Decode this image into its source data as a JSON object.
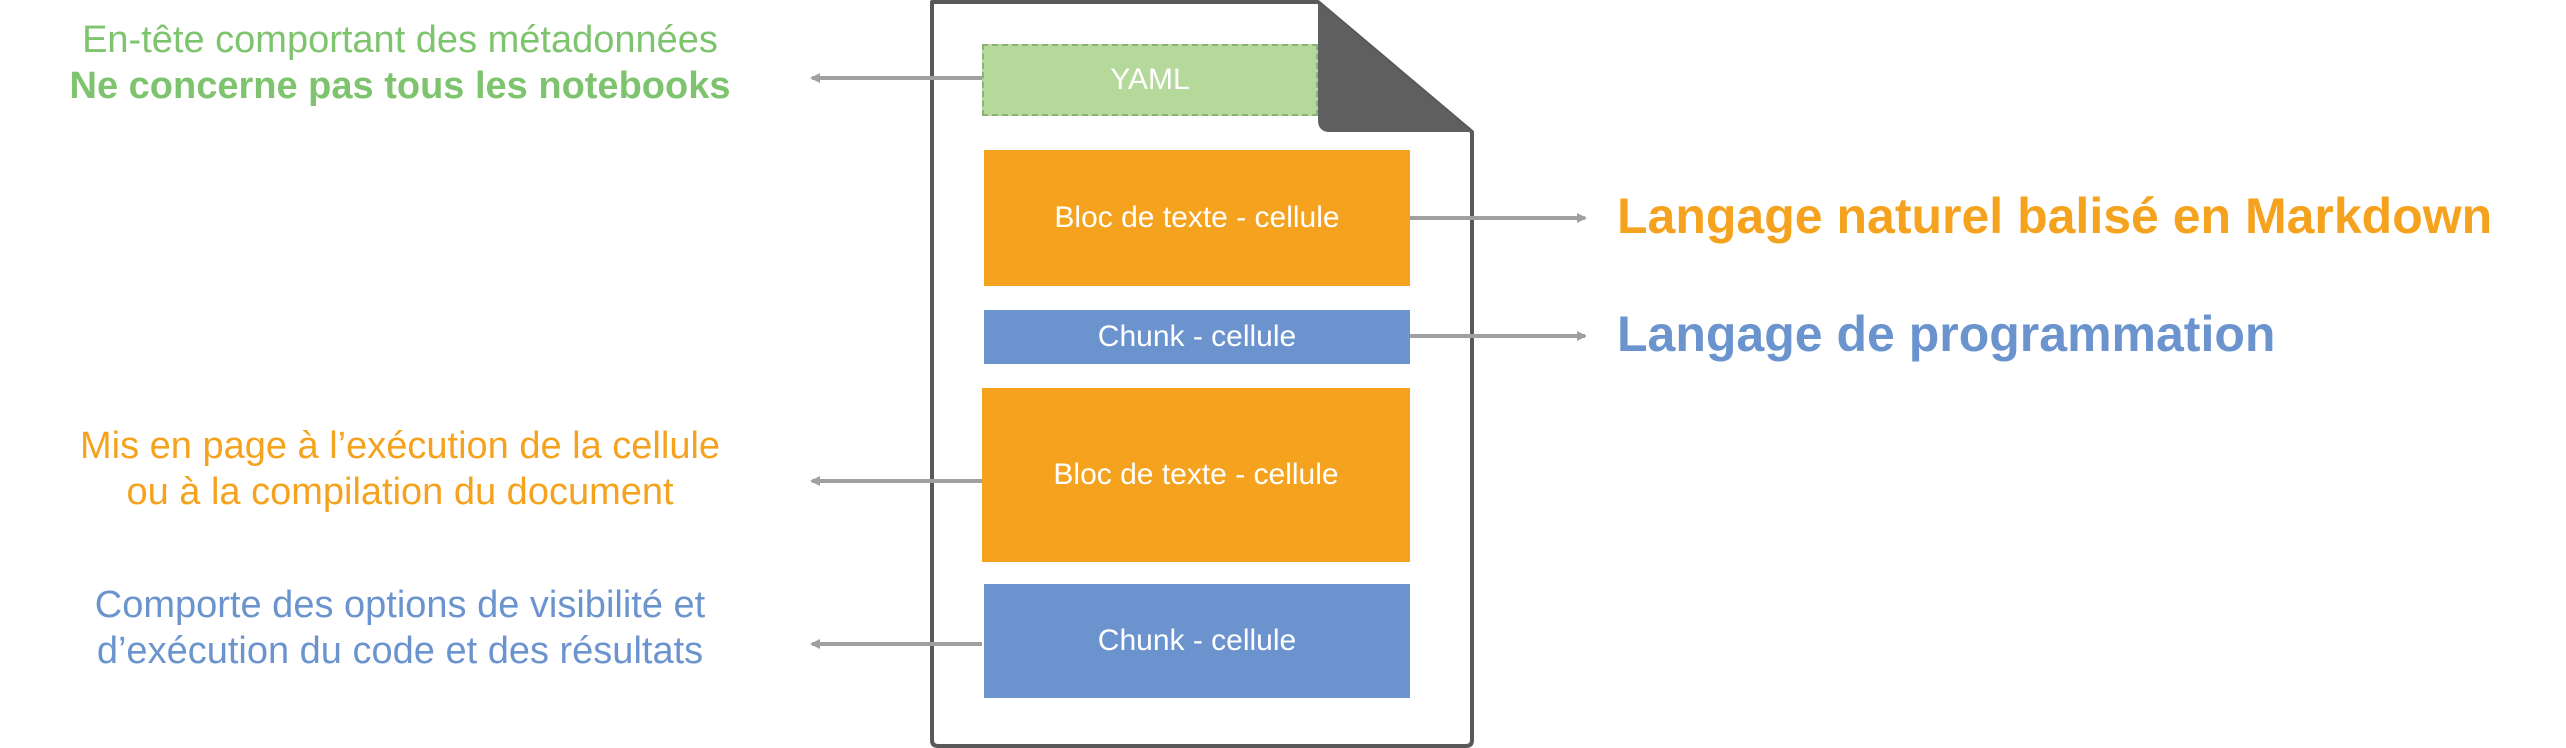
{
  "document": {
    "yaml_label": "YAML",
    "cells": [
      {
        "label": "Bloc de texte - cellule",
        "kind": "text"
      },
      {
        "label": "Chunk - cellule",
        "kind": "code"
      },
      {
        "label": "Bloc de texte - cellule",
        "kind": "text"
      },
      {
        "label": "Chunk - cellule",
        "kind": "code"
      }
    ]
  },
  "annotations": {
    "yaml_line1": "En-tête comportant des métadonnées",
    "yaml_line2": "Ne concerne pas tous les notebooks",
    "markdown": "Langage naturel balisé en Markdown",
    "programming": "Langage de programmation",
    "render_line1": "Mis en page à l’exécution de la cellule",
    "render_line2": "ou à la compilation du document",
    "chunk_line1": "Comporte des options de visibilité et",
    "chunk_line2": "d’exécution du code et des résultats"
  },
  "colors": {
    "orange": "#f5a31f",
    "blue": "#6b94cf",
    "green": "#7ec46e",
    "yaml_fill": "#b5d99b",
    "arrow": "#a0a0a0",
    "page_border": "#595959",
    "page_fold": "#5f5f5f"
  }
}
